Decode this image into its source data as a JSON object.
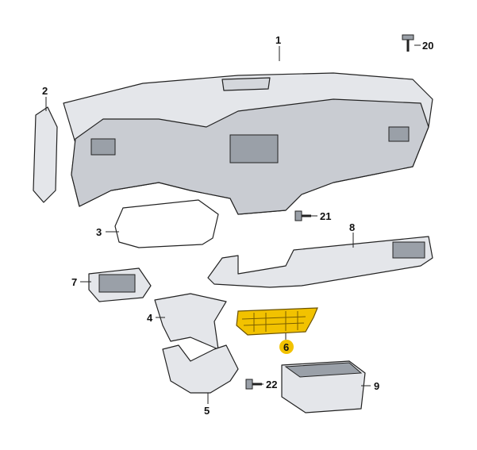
{
  "diagram": {
    "highlight_color": "#f2c200",
    "labels": [
      {
        "id": "1",
        "part": "dashboard"
      },
      {
        "id": "2",
        "part": "side-trim"
      },
      {
        "id": "3",
        "part": "instrument-cluster-trim"
      },
      {
        "id": "4",
        "part": "steering-column-upper-trim"
      },
      {
        "id": "5",
        "part": "steering-column-lower-trim"
      },
      {
        "id": "6",
        "part": "center-air-vent",
        "highlighted": true
      },
      {
        "id": "7",
        "part": "left-air-vent"
      },
      {
        "id": "8",
        "part": "decorative-trim-strip"
      },
      {
        "id": "9",
        "part": "control-unit-bracket"
      },
      {
        "id": "20",
        "part": "screw"
      },
      {
        "id": "21",
        "part": "screw"
      },
      {
        "id": "22",
        "part": "screw"
      }
    ]
  }
}
